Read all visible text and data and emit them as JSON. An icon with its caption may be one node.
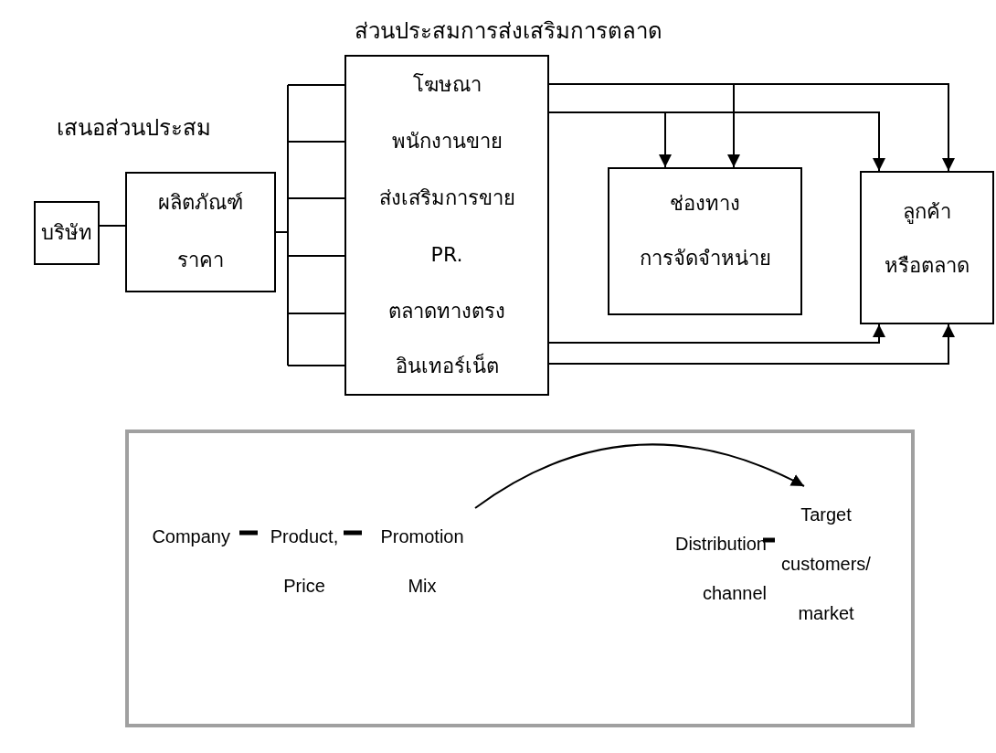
{
  "diagram": {
    "nodes": [
      {
        "text": [
          "บริษัท"
        ]
      },
      {
        "text": [
          "ผลิตภัณฑ์",
          "ราคา"
        ]
      },
      {
        "text": [
          "โฆษณา",
          "พนักงานขาย",
          "ส่งเสริมการขาย",
          "PR.",
          "ตลาดทางตรง",
          "อินเทอร์เน็ต"
        ],
        "beside": [
          "ส่วนประสมการส่งเสริมการตลาด"
        ]
      },
      {
        "text": [
          "ช่องทาง",
          "การจัดจำหน่าย"
        ]
      },
      {
        "text": [
          "ลูกค้า",
          "หรือตลาด"
        ]
      },
      {
        "text": [],
        "shape": "box"
      },
      {
        "text": [
          "Company"
        ],
        "in": 5
      },
      {
        "text": [
          "Product, Price"
        ],
        "in": 5
      },
      {
        "text": [
          "Promotion Mix"
        ],
        "in": 5
      },
      {
        "text": [
          "Distribution channel"
        ],
        "in": 5
      },
      {
        "text": [
          "Target customers/ market"
        ],
        "in": 5
      }
    ],
    "edges": [
      {
        "from": 0,
        "to": 1,
        "arrow": "none"
      },
      {
        "from": 1,
        "to": 2,
        "arrow": "none"
      },
      {
        "from": 2,
        "to": 3,
        "arrow": "to"
      },
      {
        "from": 2,
        "to": 4,
        "arrow": "to"
      },
      {
        "from": 2,
        "to": 3,
        "arrow": "to"
      },
      {
        "from": 2,
        "to": 4,
        "arrow": "to"
      },
      {
        "from": 2,
        "to": 4,
        "arrow": "to"
      },
      {
        "from": 2,
        "to": 4,
        "arrow": "to"
      },
      {
        "from": 6,
        "to": 7,
        "arrow": "none",
        "style": "thick"
      },
      {
        "from": 7,
        "to": 8,
        "arrow": "none",
        "style": "thick"
      },
      {
        "from": 9,
        "to": 10,
        "arrow": "none",
        "style": "thick"
      },
      {
        "from": 8,
        "to": 10,
        "arrow": "to"
      }
    ],
    "labels": [
      "เสนอส่วนประสม"
    ]
  }
}
